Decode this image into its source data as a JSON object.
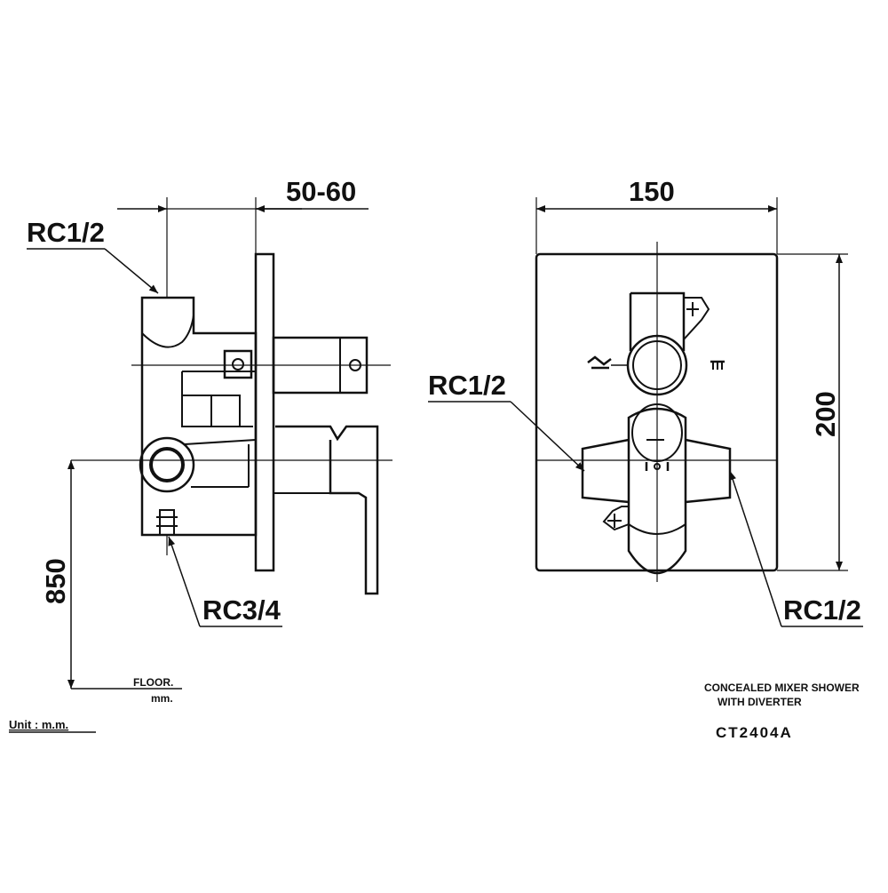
{
  "dimensions": {
    "depth": "50-60",
    "width": "150",
    "height": "200",
    "mount_height": "850"
  },
  "connections": {
    "side_top": "RC1/2",
    "side_bottom": "RC3/4",
    "front_left": "RC1/2",
    "front_right": "RC1/2"
  },
  "floor_label": "FLOOR.",
  "floor_unit": "mm.",
  "unit_note": "Unit : m.m.",
  "product": {
    "line1": "CONCEALED MIXER SHOWER",
    "line2": "WITH DIVERTER",
    "code": "CT2404A"
  }
}
